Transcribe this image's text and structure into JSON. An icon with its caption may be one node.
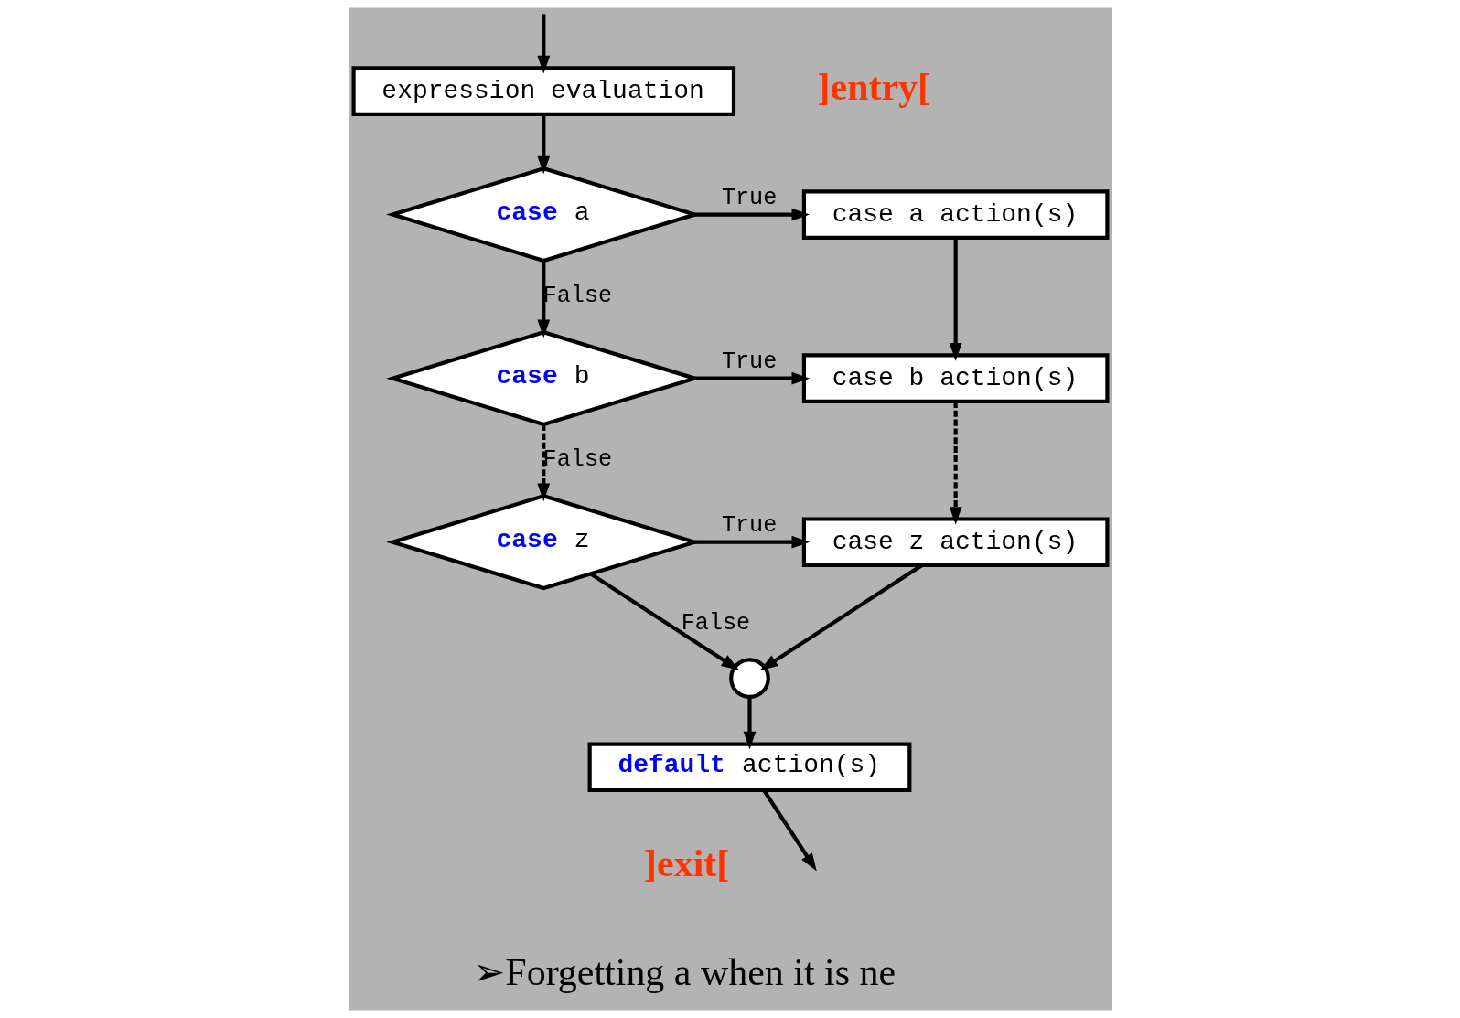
{
  "diagram": {
    "nodes": [
      {
        "text": [
          "expression evaluation"
        ]
      },
      {
        "text": [
          "**case** a"
        ]
      },
      {
        "text": [
          "case a action(s)"
        ]
      },
      {
        "text": [
          "**case** b"
        ]
      },
      {
        "text": [
          "case b action(s)"
        ]
      },
      {
        "text": [
          "**case** z"
        ]
      },
      {
        "text": [
          "case z action(s)"
        ]
      },
      {
        "text": [],
        "shape": "circle"
      },
      {
        "text": [
          "**default** action(s)"
        ]
      }
    ],
    "edges": [
      {
        "from": null,
        "to": 0,
        "arrow": "to"
      },
      {
        "from": 0,
        "to": 1,
        "arrow": "to"
      },
      {
        "from": 1,
        "to": 2,
        "arrow": "to",
        "label": "True"
      },
      {
        "from": 1,
        "to": 3,
        "arrow": "to",
        "label": "False"
      },
      {
        "from": 2,
        "to": 4,
        "arrow": "to"
      },
      {
        "from": 3,
        "to": 4,
        "arrow": "to",
        "label": "True"
      },
      {
        "from": 3,
        "to": 5,
        "arrow": "to",
        "label": "False",
        "style": "dashed"
      },
      {
        "from": 4,
        "to": 6,
        "arrow": "to",
        "style": "dashed"
      },
      {
        "from": 5,
        "to": 6,
        "arrow": "to",
        "label": "True"
      },
      {
        "from": 5,
        "to": 7,
        "arrow": "to",
        "label": "False"
      },
      {
        "from": 6,
        "to": 7,
        "arrow": "to"
      },
      {
        "from": 7,
        "to": 8,
        "arrow": "to"
      },
      {
        "from": 8,
        "to": null,
        "arrow": "to"
      }
    ],
    "labels": [
      "]entry[",
      "]exit[",
      "➢Forgetting a when it is ne"
    ]
  }
}
